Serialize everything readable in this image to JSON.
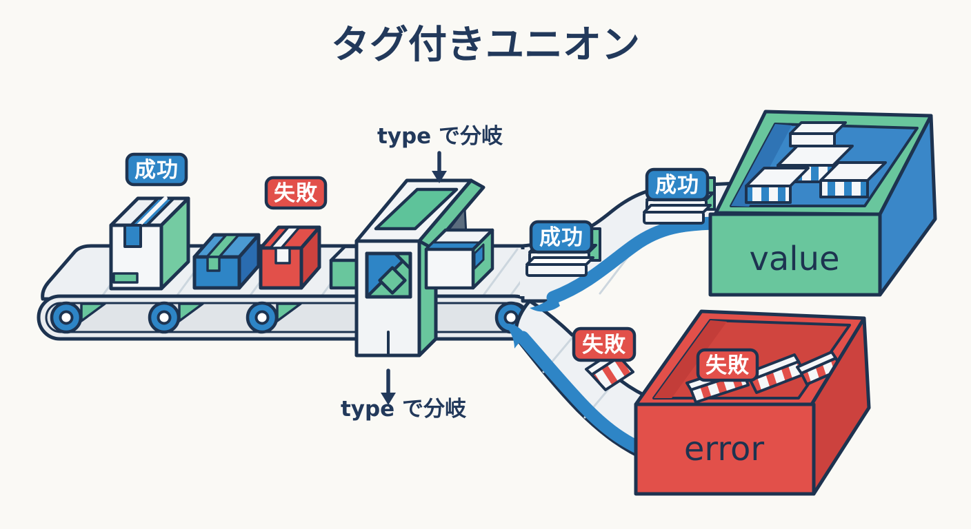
{
  "title": "タグ付きユニオン",
  "sorter": {
    "branch_label_top": "type で分岐",
    "branch_label_bottom": "type で分岐"
  },
  "tags": {
    "success": "成功",
    "failure": "失敗"
  },
  "bins": {
    "value_label": "value",
    "error_label": "error"
  },
  "colors": {
    "outline": "#1d3350",
    "text_navy": "#22395b",
    "blue": "#2e85c6",
    "blue_dark": "#2a6cb0",
    "green": "#69c69d",
    "green_light": "#7ed2ab",
    "red": "#e2504a",
    "red_dark": "#cc423e",
    "slate": "#5b6d7e",
    "belt_gray": "#e9ecef",
    "deck_gray": "#edf0f3",
    "white_box": "#f5f7f9",
    "background": "#faf9f5"
  }
}
